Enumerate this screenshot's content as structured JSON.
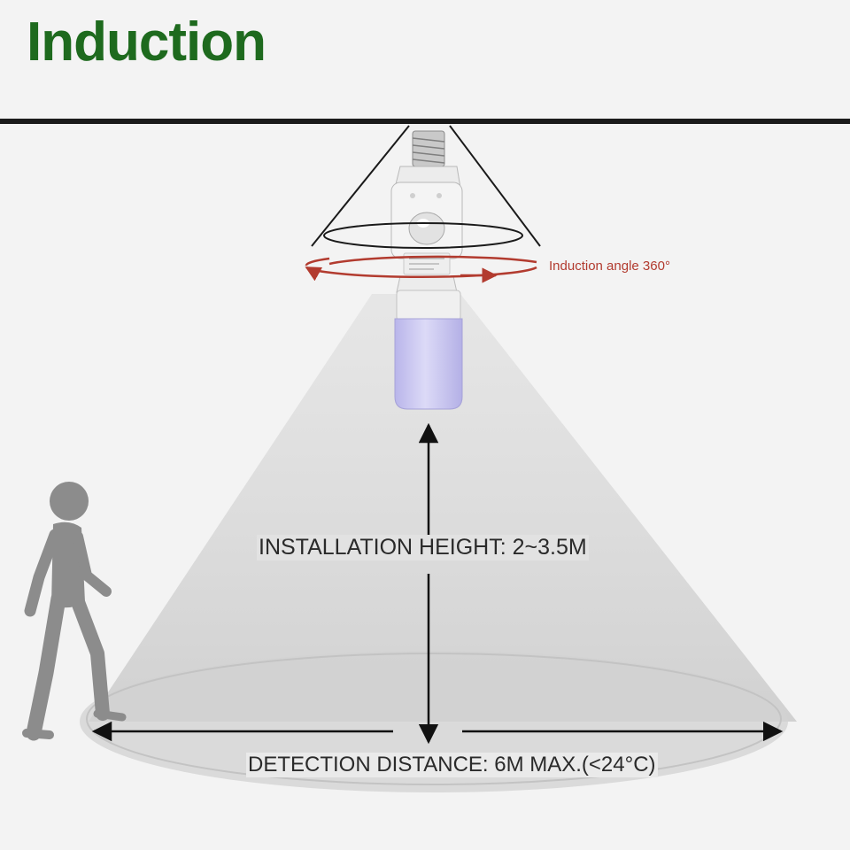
{
  "title": "Induction",
  "labels": {
    "induction_angle": "Induction angle 360°",
    "installation_height": "INSTALLATION HEIGHT: 2~3.5M",
    "detection_distance": "DETECTION DISTANCE: 6M MAX.(<24°C)"
  },
  "colors": {
    "title": "#1e6a1e",
    "ceiling": "#1a1a1a",
    "angle_ring": "#b23b2f",
    "beam": "#d6d6d6",
    "bulb": "#c9c6ef",
    "person": "#8c8c8c"
  },
  "icons": [
    "person-walking-icon",
    "sensor-socket-icon",
    "led-bulb-icon",
    "double-arrow-icon"
  ]
}
